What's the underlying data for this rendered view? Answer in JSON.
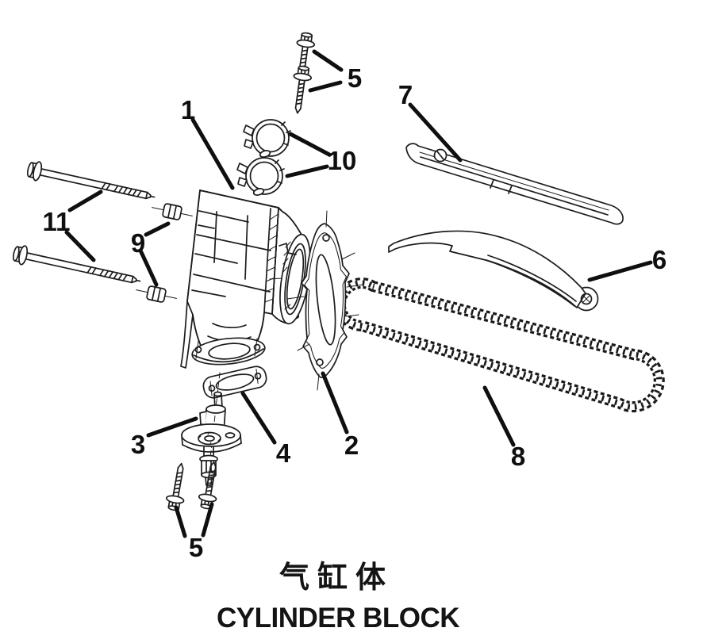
{
  "diagram": {
    "title_zh": "气缸体",
    "title_en": "CYLINDER BLOCK",
    "colors": {
      "background": "#ffffff",
      "ink": "#1c1c1c"
    },
    "callouts": [
      {
        "label": "1"
      },
      {
        "label": "2"
      },
      {
        "label": "3"
      },
      {
        "label": "4"
      },
      {
        "label": "5"
      },
      {
        "label": "5"
      },
      {
        "label": "6"
      },
      {
        "label": "7"
      },
      {
        "label": "8"
      },
      {
        "label": "9"
      },
      {
        "label": "10"
      },
      {
        "label": "11"
      }
    ]
  }
}
